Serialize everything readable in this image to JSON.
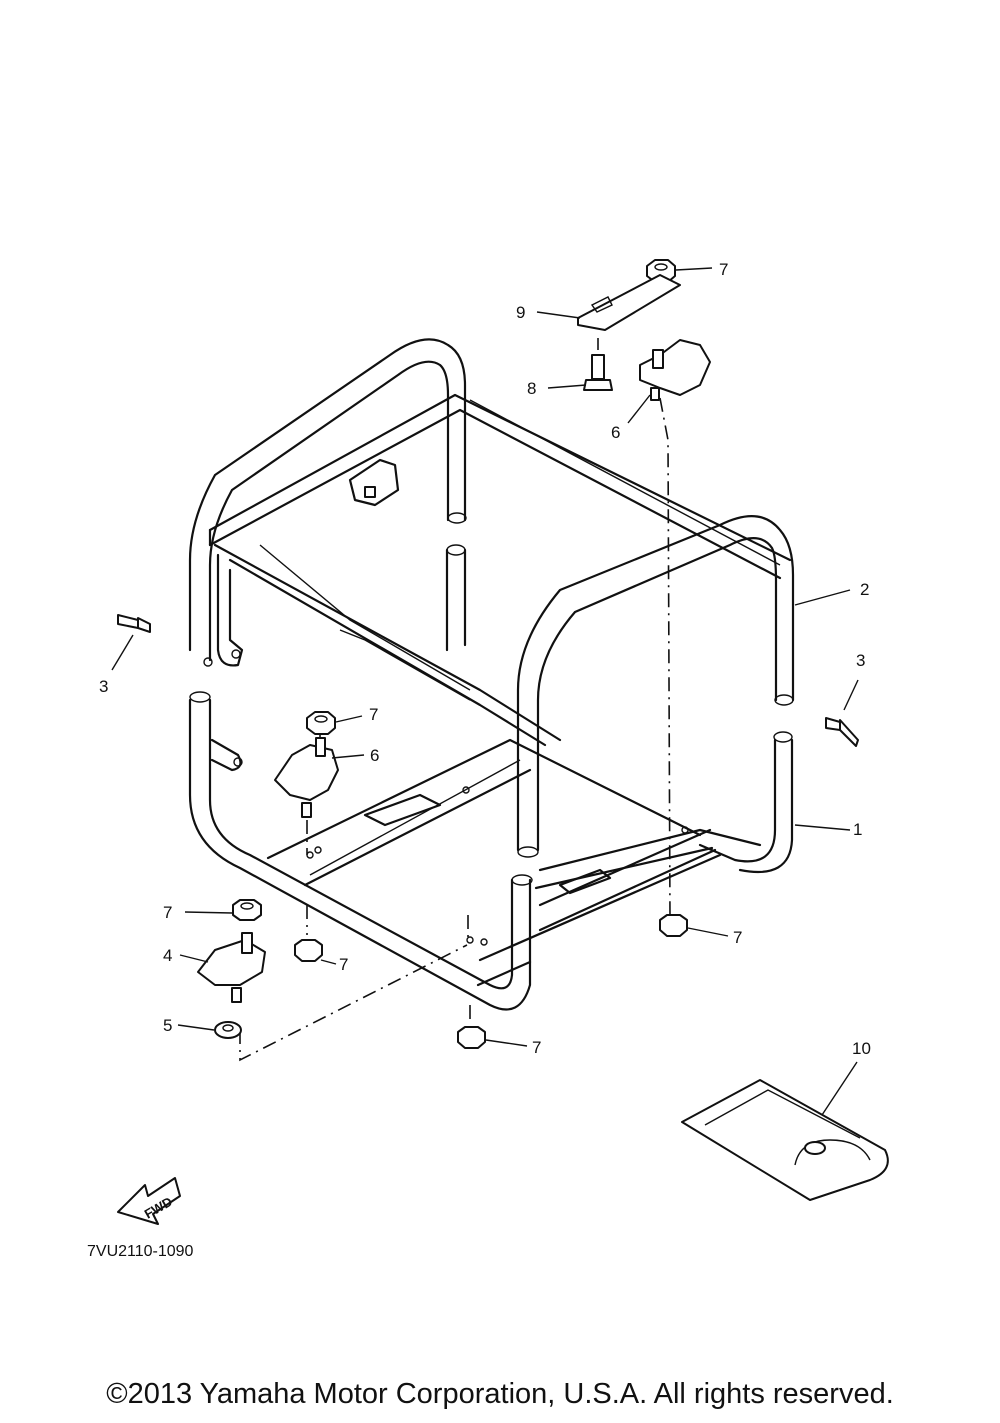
{
  "diagram": {
    "drawing_code": "7VU2110-1090",
    "fwd_label": "FWD",
    "callouts": [
      "7",
      "9",
      "8",
      "6",
      "2",
      "3",
      "3",
      "7",
      "6",
      "1",
      "7",
      "7",
      "4",
      "7",
      "5",
      "7",
      "10"
    ]
  },
  "footer": {
    "copyright": "©2013 Yamaha Motor Corporation, U.S.A. All rights reserved."
  }
}
